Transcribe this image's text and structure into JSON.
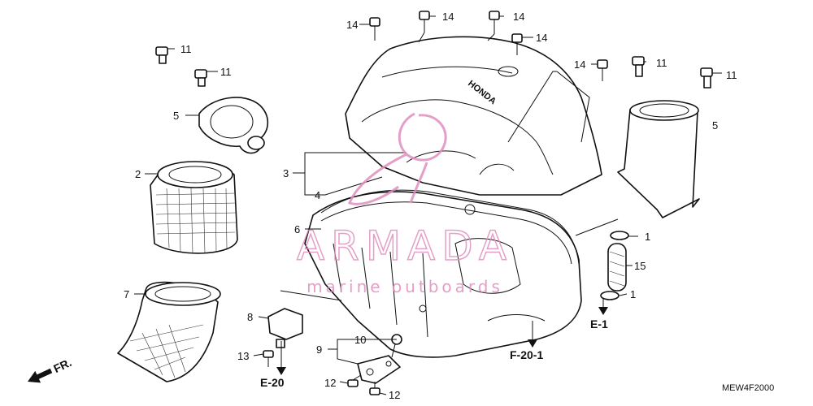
{
  "watermark": {
    "brand": "ARMADA",
    "tagline": "marine outboards",
    "color": "#e08fbf"
  },
  "callouts": {
    "c14a": "14",
    "c14b": "14",
    "c14c": "14",
    "c14d": "14",
    "c14e": "14",
    "c11a": "11",
    "c11b": "11",
    "c11c": "11",
    "c11d": "11",
    "c5a": "5",
    "c5b": "5",
    "c2": "2",
    "c3": "3",
    "c4": "4",
    "c6": "6",
    "c7": "7",
    "c8": "8",
    "c9": "9",
    "c10": "10",
    "c12a": "12",
    "c12b": "12",
    "c13": "13",
    "c1a": "1",
    "c1b": "1",
    "c15": "15"
  },
  "references": {
    "e20": "E-20",
    "e1": "E-1",
    "f201": "F-20-1",
    "fr": "FR."
  },
  "diagram_code": "MEW4F2000",
  "cover_logo": "HONDA"
}
